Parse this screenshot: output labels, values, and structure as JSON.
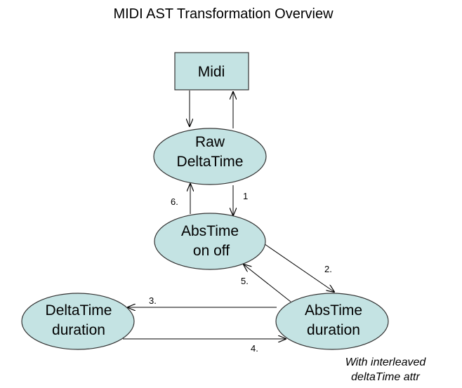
{
  "title": "MIDI AST Transformation Overview",
  "nodes": {
    "midi": {
      "line1": "Midi"
    },
    "raw_deltatime": {
      "line1": "Raw",
      "line2": "DeltaTime"
    },
    "abstime_onoff": {
      "line1": "AbsTime",
      "line2": "on off"
    },
    "deltatime_duration": {
      "line1": "DeltaTime",
      "line2": "duration"
    },
    "abstime_duration": {
      "line1": "AbsTime",
      "line2": "duration"
    }
  },
  "edges": {
    "e1": "1",
    "e2": "2.",
    "e3": "3.",
    "e4": "4.",
    "e5": "5.",
    "e6": "6."
  },
  "note": {
    "line1": "With interleaved",
    "line2": "deltaTime attr"
  },
  "colors": {
    "node_fill": "#c4e3e3",
    "node_stroke": "#333333",
    "edge": "#000000"
  }
}
